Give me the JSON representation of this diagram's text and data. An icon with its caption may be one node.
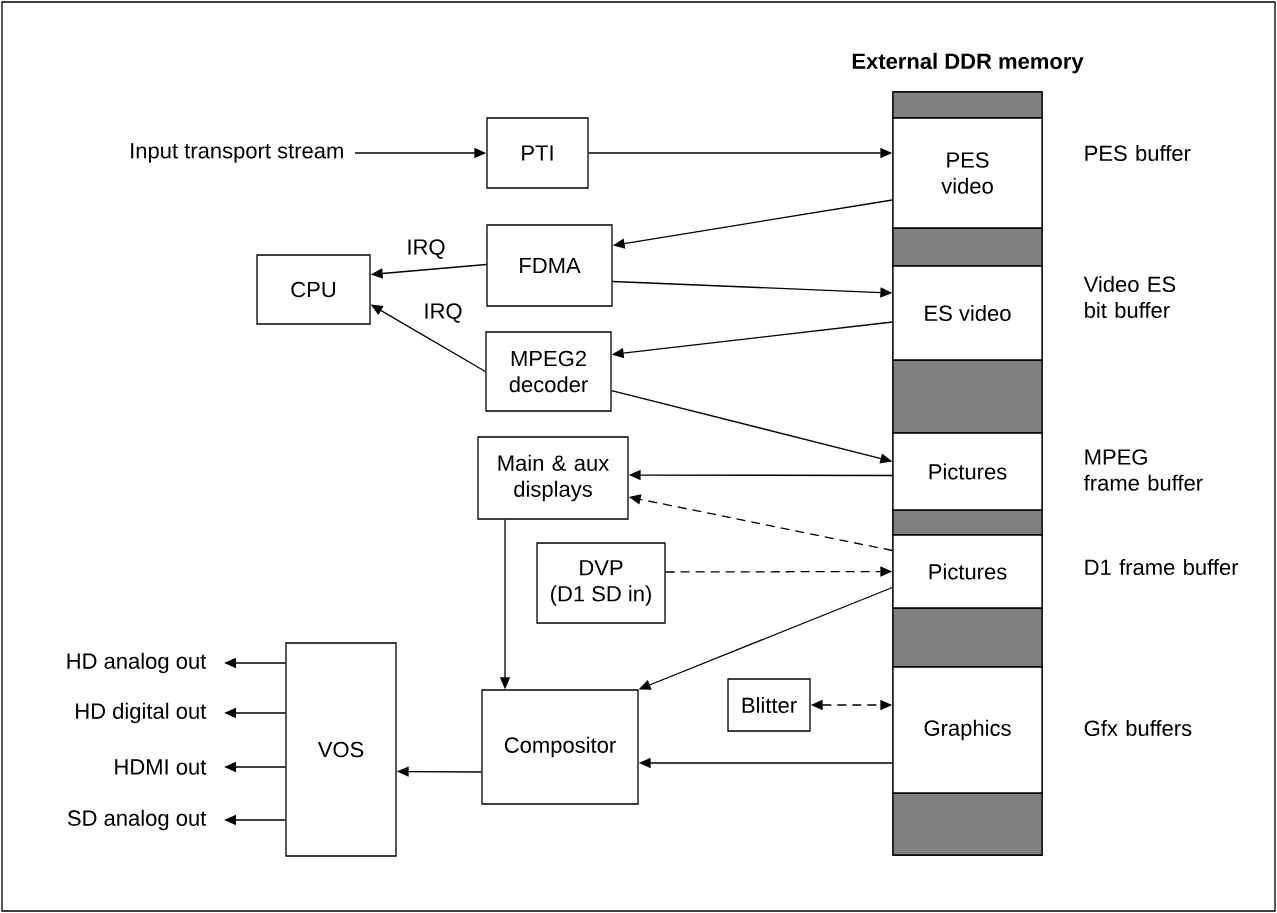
{
  "diagram": {
    "nodes": [
      {
        "text": [
          "External DDR memory"
        ]
      },
      {
        "text": [
          "PES video"
        ],
        "in": 0,
        "beside": [
          "PES buffer"
        ]
      },
      {
        "text": [
          "ES video"
        ],
        "in": 0,
        "beside": [
          "Video ES bit buffer"
        ]
      },
      {
        "text": [
          "Pictures"
        ],
        "in": 0,
        "beside": [
          "MPEG frame buffer"
        ]
      },
      {
        "text": [
          "Pictures"
        ],
        "in": 0,
        "beside": [
          "D1 frame buffer"
        ]
      },
      {
        "text": [
          "Graphics"
        ],
        "in": 0,
        "beside": [
          "Gfx buffers"
        ]
      },
      {
        "text": [
          "Input transport stream"
        ]
      },
      {
        "text": [
          "PTI"
        ]
      },
      {
        "text": [
          "CPU"
        ]
      },
      {
        "text": [
          "FDMA"
        ]
      },
      {
        "text": [
          "MPEG2 decoder"
        ]
      },
      {
        "text": [
          "Main & aux displays"
        ]
      },
      {
        "text": [
          "DVP",
          "(D1 SD in)"
        ]
      },
      {
        "text": [
          "Blitter"
        ]
      },
      {
        "text": [
          "VOS"
        ]
      },
      {
        "text": [
          "Compositor"
        ]
      },
      {
        "text": [
          "HD analog out"
        ]
      },
      {
        "text": [
          "HD digital out"
        ]
      },
      {
        "text": [
          "HDMI out"
        ]
      },
      {
        "text": [
          "SD analog out"
        ]
      }
    ],
    "edges": [
      {
        "from": 6,
        "to": 7,
        "arrow": "to"
      },
      {
        "from": 7,
        "to": 1,
        "arrow": "to"
      },
      {
        "from": 1,
        "to": 9,
        "arrow": "to"
      },
      {
        "from": 9,
        "to": 8,
        "arrow": "to",
        "label": "IRQ"
      },
      {
        "from": 9,
        "to": 2,
        "arrow": "to"
      },
      {
        "from": 2,
        "to": 10,
        "arrow": "to"
      },
      {
        "from": 10,
        "to": 8,
        "arrow": "to",
        "label": "IRQ"
      },
      {
        "from": 10,
        "to": 3,
        "arrow": "to"
      },
      {
        "from": 3,
        "to": 11,
        "arrow": "to"
      },
      {
        "from": 4,
        "to": 11,
        "arrow": "to",
        "style": "dashed"
      },
      {
        "from": 12,
        "to": 4,
        "arrow": "to",
        "style": "dashed"
      },
      {
        "from": 4,
        "to": 15,
        "arrow": "to"
      },
      {
        "from": 11,
        "to": 15,
        "arrow": "to"
      },
      {
        "from": 13,
        "to": 5,
        "arrow": "both",
        "style": "dashed"
      },
      {
        "from": 5,
        "to": 15,
        "arrow": "to"
      },
      {
        "from": 15,
        "to": 14,
        "arrow": "to"
      },
      {
        "from": 14,
        "to": 16,
        "arrow": "to"
      },
      {
        "from": 14,
        "to": 17,
        "arrow": "to"
      },
      {
        "from": 14,
        "to": 18,
        "arrow": "to"
      },
      {
        "from": 14,
        "to": 19,
        "arrow": "to"
      }
    ]
  }
}
